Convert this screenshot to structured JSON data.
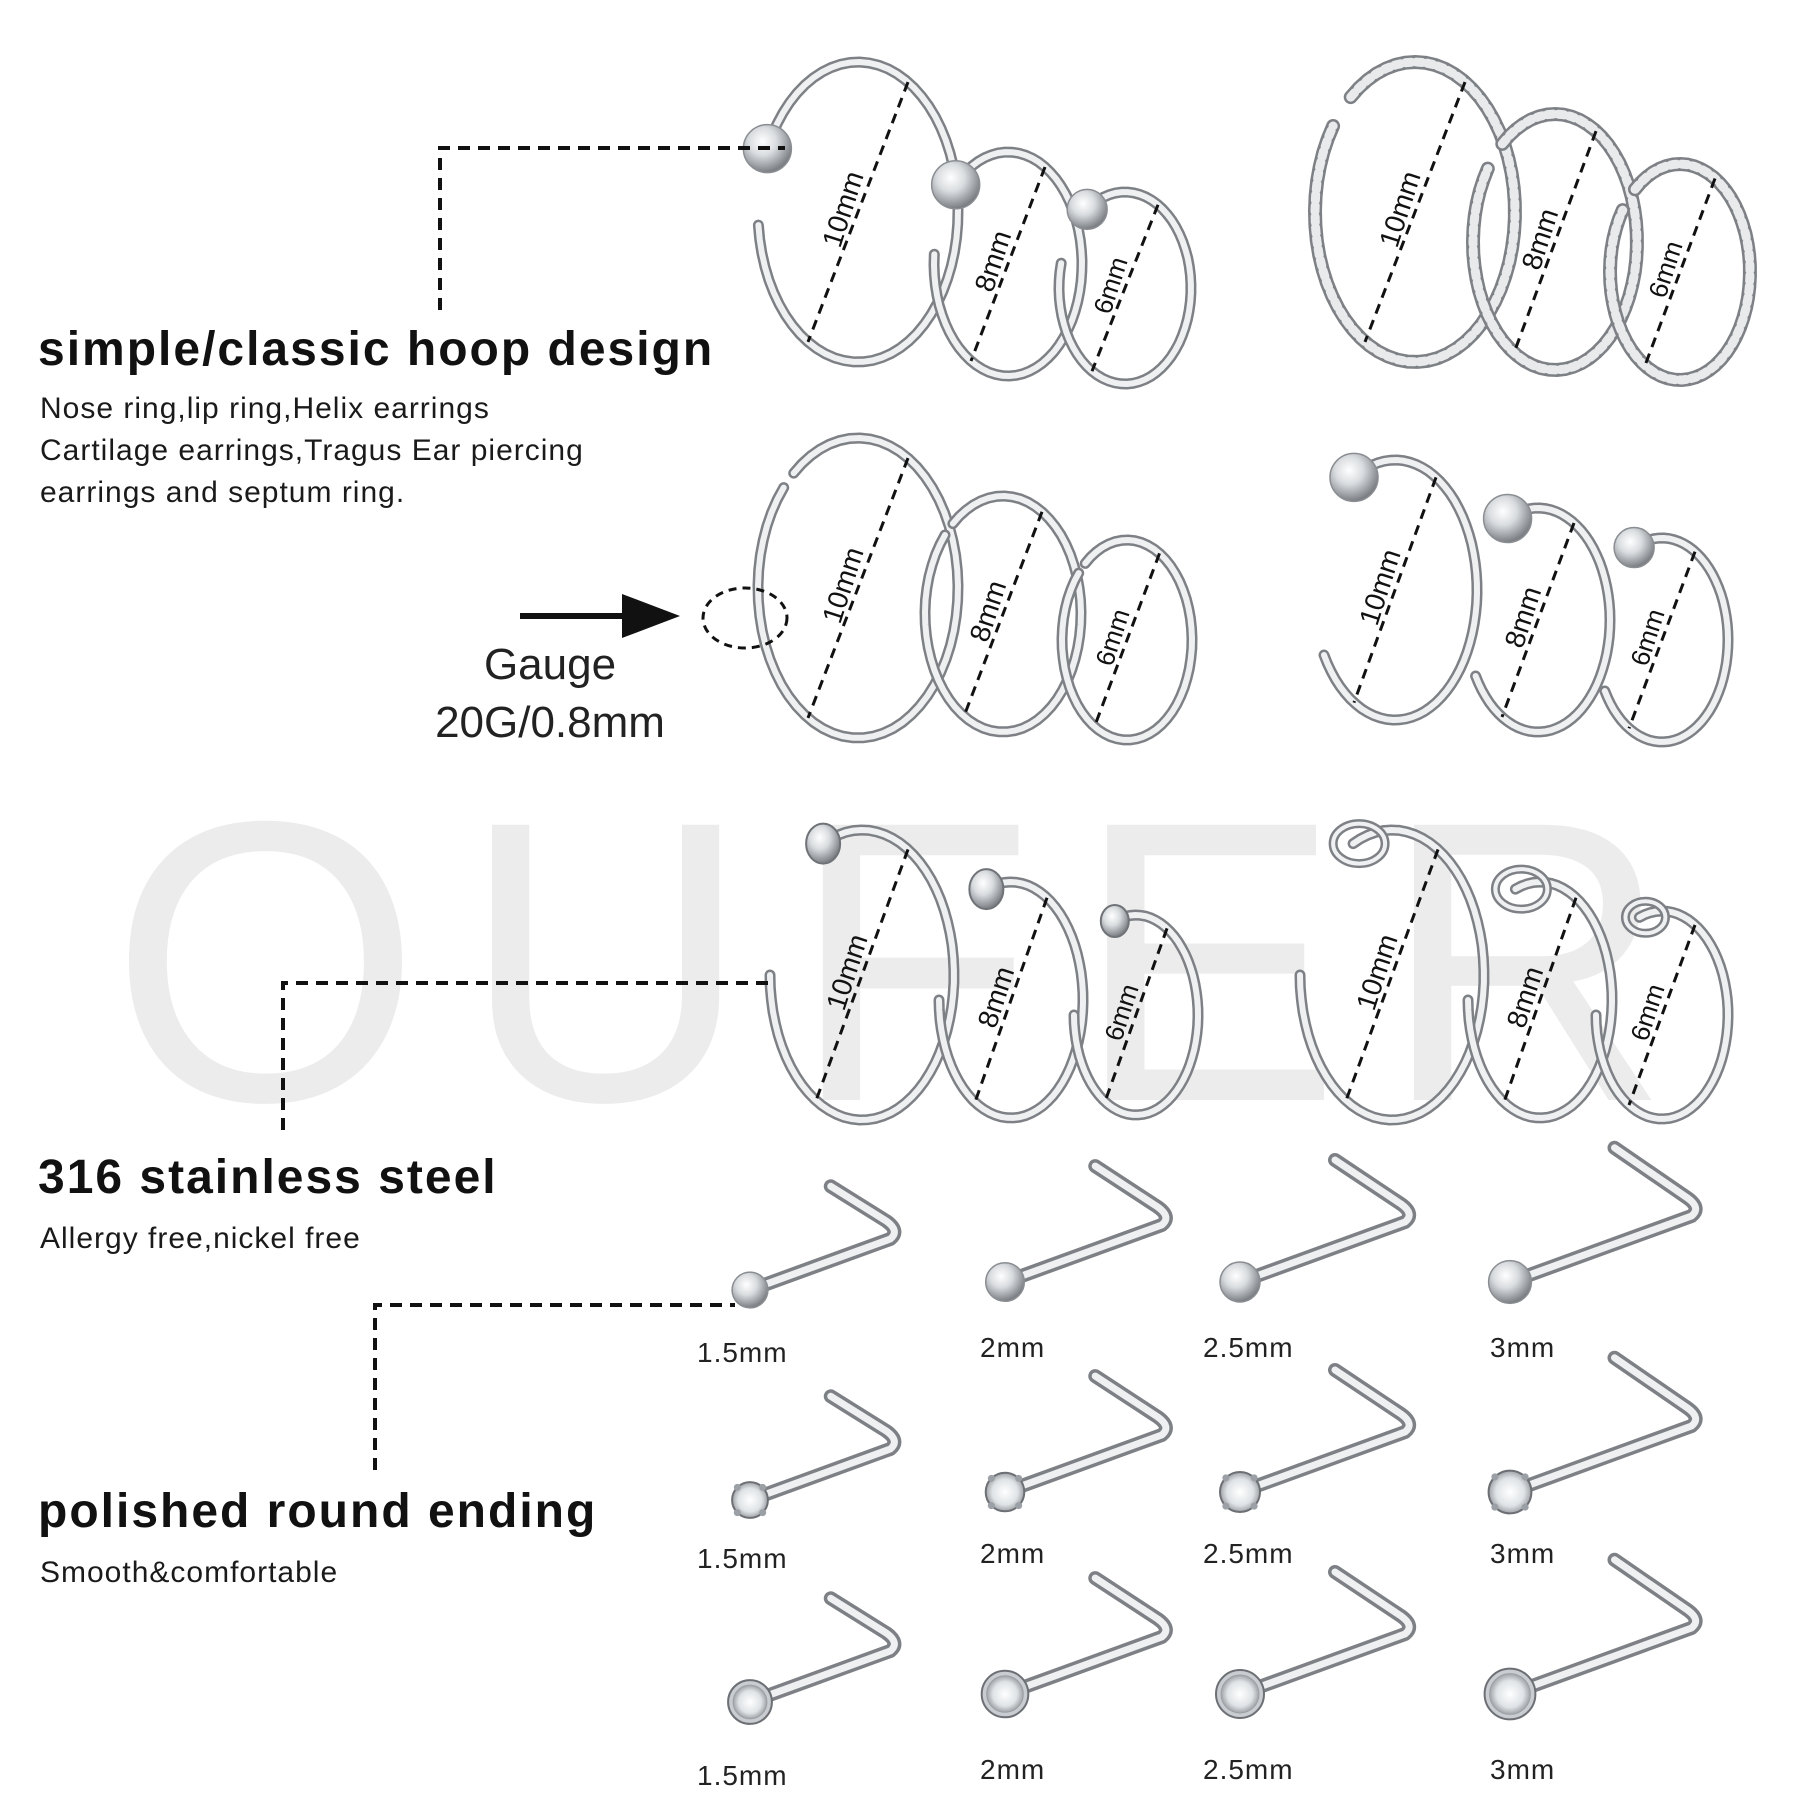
{
  "watermark": "OUFER",
  "features": {
    "hoop": {
      "title": "simple/classic hoop design",
      "desc": [
        "Nose ring,lip ring,Helix earrings",
        "Cartilage earrings,Tragus Ear piercing",
        "earrings and septum ring."
      ]
    },
    "steel": {
      "title": "316 stainless steel",
      "desc": "Allergy free,nickel free"
    },
    "ending": {
      "title": "polished round ending",
      "desc": "Smooth&comfortable"
    }
  },
  "gauge": {
    "label": "Gauge",
    "value": "20G/0.8mm"
  },
  "hoop_sizes": [
    "10mm",
    "8mm",
    "6mm"
  ],
  "stud_sizes": [
    "1.5mm",
    "2mm",
    "2.5mm",
    "3mm"
  ],
  "colors": {
    "metal": "#b9bcc0",
    "metal_dark": "#7d8185",
    "text": "#111111",
    "watermark": "#ececec"
  }
}
